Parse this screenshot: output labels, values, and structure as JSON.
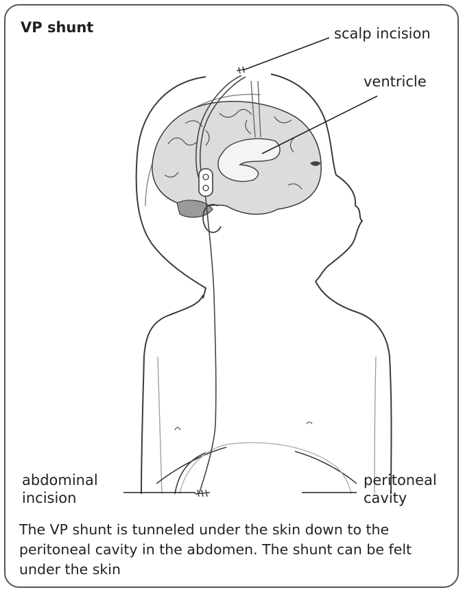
{
  "title": "VP shunt",
  "labels": {
    "scalp_incision": "scalp incision",
    "ventricle": "ventricle",
    "abdominal_incision": "abdominal\nincision",
    "peritoneal_cavity": "peritoneal\ncavity"
  },
  "caption": "The VP shunt is tunneled under the skin down to the peritoneal cavity in the abdomen. The shunt can be felt under the skin",
  "colors": {
    "border": "#555555",
    "line": "#3a3a3a",
    "brain_fill": "#dcdcdc",
    "ventricle_fill": "#f4f4f4",
    "text": "#231f20"
  }
}
